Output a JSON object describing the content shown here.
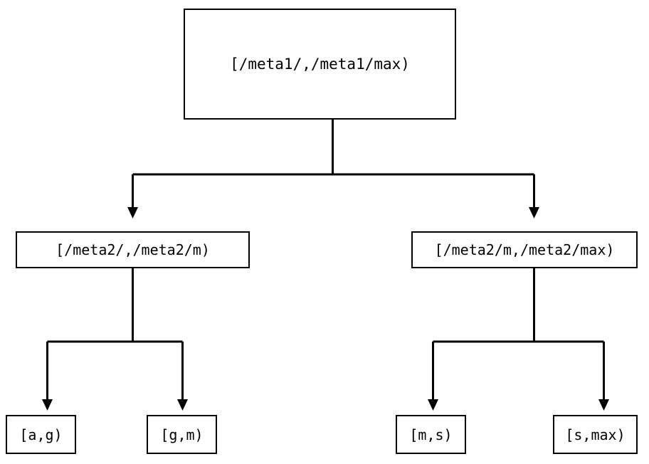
{
  "diagram": {
    "type": "tree",
    "title": "",
    "orientation": "top-down",
    "edge_style": "orthogonal-with-arrowheads",
    "colors": {
      "background": "#ffffff",
      "node_border": "#000000",
      "node_fill": "#ffffff",
      "text": "#000000",
      "edge": "#000000"
    },
    "nodes": {
      "root": {
        "label": "[/meta1/,/meta1/max)",
        "level": 0
      },
      "mid_left": {
        "label": "[/meta2/,/meta2/m)",
        "level": 1
      },
      "mid_right": {
        "label": "[/meta2/m,/meta2/max)",
        "level": 1
      },
      "leaf_1": {
        "label": "[a,g)",
        "level": 2
      },
      "leaf_2": {
        "label": "[g,m)",
        "level": 2
      },
      "leaf_3": {
        "label": "[m,s)",
        "level": 2
      },
      "leaf_4": {
        "label": "[s,max)",
        "level": 2
      }
    },
    "edges": [
      {
        "from": "root",
        "to": "mid_left",
        "arrow": "down-triangle"
      },
      {
        "from": "root",
        "to": "mid_right",
        "arrow": "down-triangle"
      },
      {
        "from": "mid_left",
        "to": "leaf_1",
        "arrow": "down-triangle"
      },
      {
        "from": "mid_left",
        "to": "leaf_2",
        "arrow": "down-triangle"
      },
      {
        "from": "mid_right",
        "to": "leaf_3",
        "arrow": "down-triangle"
      },
      {
        "from": "mid_right",
        "to": "leaf_4",
        "arrow": "down-triangle"
      }
    ]
  }
}
